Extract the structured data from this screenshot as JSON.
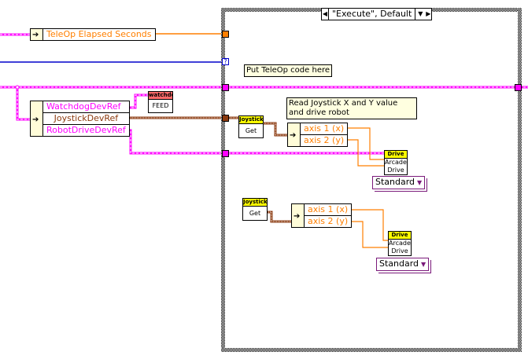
{
  "case_structure": {
    "selector_label": "\"Execute\", Default",
    "prev_icon": "left-triangle",
    "next_icon": "right-triangle",
    "dropdown_icon": "down-triangle"
  },
  "left_unbundle": {
    "field": "TeleOp Elapsed Seconds",
    "color": "#ff7f00"
  },
  "device_unbundle": {
    "fields": [
      {
        "label": "WatchdogDevRef",
        "color": "#ff00ff"
      },
      {
        "label": "JoystickDevRef",
        "color": "#8b3a0f"
      },
      {
        "label": "RobotDriveDevRef",
        "color": "#ff00ff"
      }
    ]
  },
  "watchdog_node": {
    "header": "watchdog",
    "body": "FEED"
  },
  "comments": {
    "teleop": "Put TeleOp code here",
    "joystick": "Read Joystick X and Y value and drive robot"
  },
  "joystick_blocks": [
    {
      "get_node": {
        "header": "Joystick",
        "body": "Get"
      },
      "axes": [
        "axis 1 (x)",
        "axis 2 (y)"
      ],
      "drive_node": {
        "header": "Drive",
        "body_line1": "Arcade",
        "body_line2": "Drive"
      },
      "mode": "Standard"
    },
    {
      "get_node": {
        "header": "Joystick",
        "body": "Get"
      },
      "axes": [
        "axis 1 (x)",
        "axis 2 (y)"
      ],
      "drive_node": {
        "header": "Drive",
        "body_line1": "Arcade",
        "body_line2": "Drive"
      },
      "mode": "Standard"
    }
  ],
  "colors": {
    "refnum_pink": "#ff00ff",
    "numeric_orange": "#ff7f00",
    "joystick_brown": "#8b3a0f",
    "boolean_blue": "#0000cc",
    "node_header_yellow": "#ffff00",
    "watchdog_header_red": "#ff6b6b"
  }
}
